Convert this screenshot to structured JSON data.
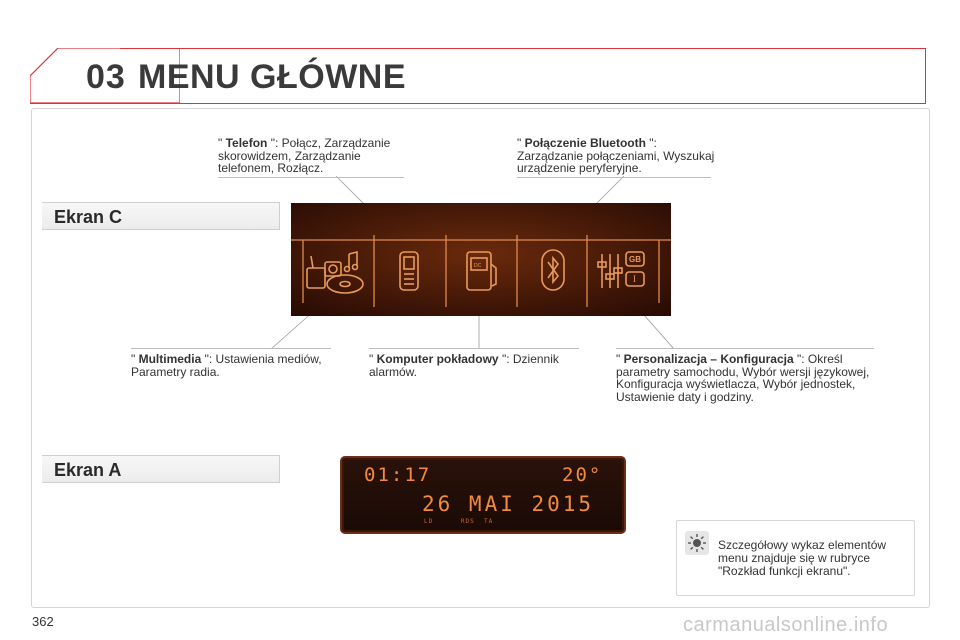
{
  "header": {
    "chapter": "03",
    "title": "MENU GŁÓWNE"
  },
  "sections": {
    "ekran_c": "Ekran C",
    "ekran_a": "Ekran A"
  },
  "descriptions": {
    "telefon": {
      "quote_open": "\" ",
      "name": "Telefon",
      "rest": " \": Połącz, Zarządzanie skorowidzem, Zarządzanie telefonem, Rozłącz."
    },
    "bluetooth": {
      "quote_open": "\" ",
      "name": "Połączenie Bluetooth",
      "rest": " \": Zarządzanie połączeniami, Wyszukaj urządzenie peryferyjne."
    },
    "multimedia": {
      "quote_open": "\" ",
      "name": "Multimedia",
      "rest": " \": Ustawienia mediów, Parametry radia."
    },
    "komputer": {
      "quote_open": "\" ",
      "name": "Komputer pokładowy",
      "rest": " \": Dziennik alarmów."
    },
    "personalizacja": {
      "quote_open": "\" ",
      "name": "Personalizacja – Konfiguracja",
      "rest": " \": Określ parametry samochodu, Wybór wersji językowej, Konfiguracja wyświetlacza, Wybór jednostek, Ustawienie daty i godziny."
    }
  },
  "screen_a": {
    "time": "01:17",
    "temp": "20°",
    "date": "26 MAI 2015",
    "flags": "LD      RDS  TA"
  },
  "info": {
    "icon": "sun-icon",
    "text": "Szczegółowy wykaz elementów menu znajduje się w rubryce \"Rozkład funkcji ekranu\"."
  },
  "footer": {
    "page": "362",
    "watermark": "carmanualsonline.info"
  },
  "colors": {
    "accent": "#e0303a",
    "lcd": "#f08a3c",
    "screen_bg": "#4a1a08"
  }
}
